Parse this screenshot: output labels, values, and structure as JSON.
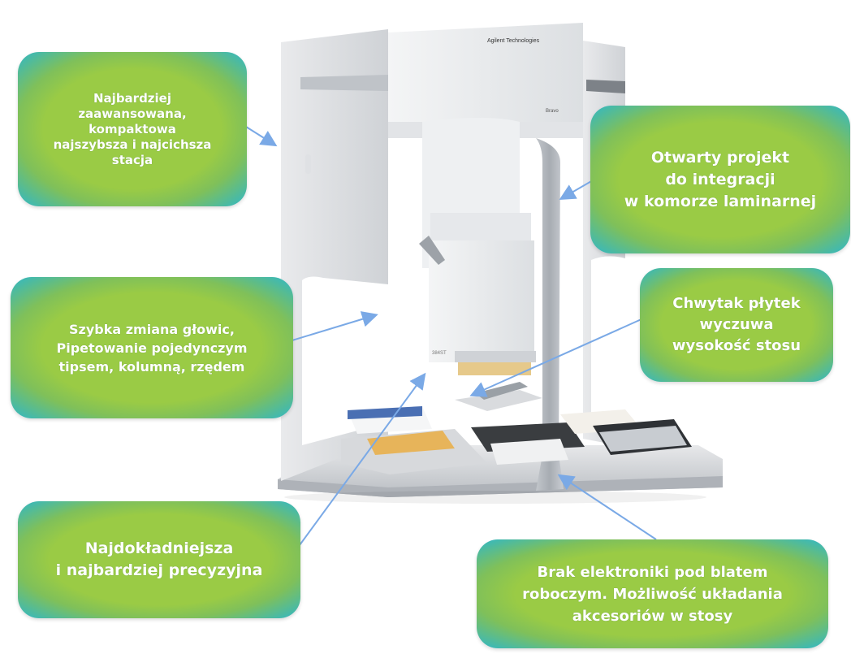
{
  "brand": {
    "manufacturer": "Agilent Technologies",
    "model": "Bravo",
    "head_label": "384ST"
  },
  "callouts": {
    "compact_station": "Najbardziej\nzaawansowana,\nkompaktowa\nnajszybsza i najcichsza\nstacja",
    "open_design": "Otwarty projekt\ndo integracji\nw komorze laminarnej",
    "plate_gripper": "Chwytak płytek\nwyczuwa\nwysokość stosu",
    "head_change": "Szybka zmiana głowic,\nPipetowanie pojedynczym\ntipsem, kolumną, rzędem",
    "precision": "Najdokładniejsza\ni najbardziej precyzyjna",
    "no_electronics": "Brak elektroniki pod blatem\nroboczym. Możliwość układania\nakcesoriów w stosy"
  },
  "colors": {
    "callout_green": "#9acb45",
    "callout_edge": "#2fb7c9",
    "arrow": "#7aa9e6",
    "frame_grey": "#d4d6d9"
  }
}
